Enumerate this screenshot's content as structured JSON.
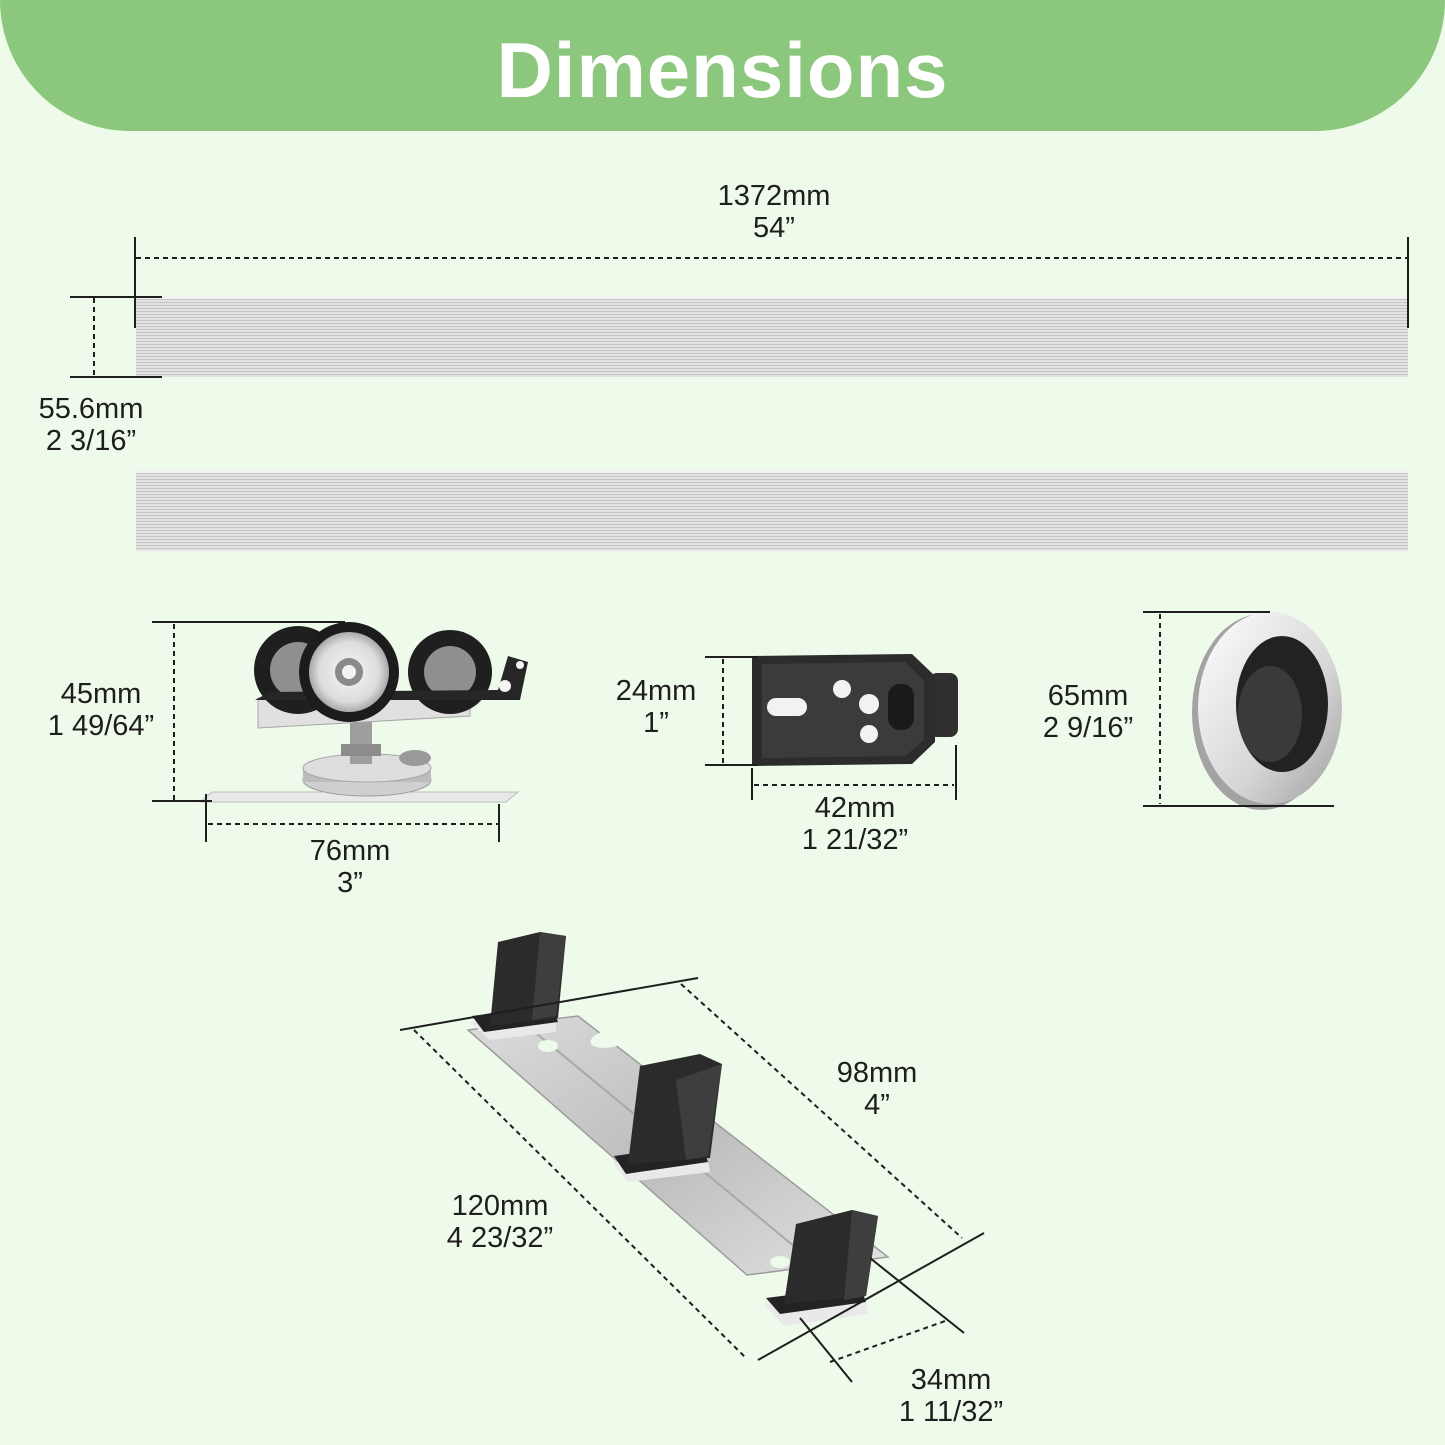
{
  "header": {
    "title": "Dimensions"
  },
  "colors": {
    "header_bg": "#8cc77e",
    "page_bg": "#eefaea",
    "rail_light": "#e4e4e4",
    "rail_dark": "#bdbdbd",
    "hardware_black": "#2b2b2b",
    "metal_silver": "#c9c9c9"
  },
  "dimensions": {
    "rail_length": {
      "metric": "1372mm",
      "imperial": "54”"
    },
    "rail_height": {
      "metric": "55.6mm",
      "imperial": "2 3/16”"
    },
    "roller_height": {
      "metric": "45mm",
      "imperial": "1 49/64”"
    },
    "roller_width": {
      "metric": "76mm",
      "imperial": "3”"
    },
    "stopper_height": {
      "metric": "24mm",
      "imperial": "1”"
    },
    "stopper_width": {
      "metric": "42mm",
      "imperial": "1 21/32”"
    },
    "handle_diameter": {
      "metric": "65mm",
      "imperial": "2 9/16”"
    },
    "guide_spacing": {
      "metric": "98mm",
      "imperial": "4”"
    },
    "guide_length": {
      "metric": "120mm",
      "imperial": "4 23/32”"
    },
    "guide_width": {
      "metric": "34mm",
      "imperial": "1 11/32”"
    }
  },
  "items": {
    "rail_top": "track-rail",
    "rail_bottom": "track-rail",
    "roller": "roller-assembly",
    "stopper": "door-stopper",
    "handle": "flush-pull-handle",
    "guide": "floor-guide"
  }
}
